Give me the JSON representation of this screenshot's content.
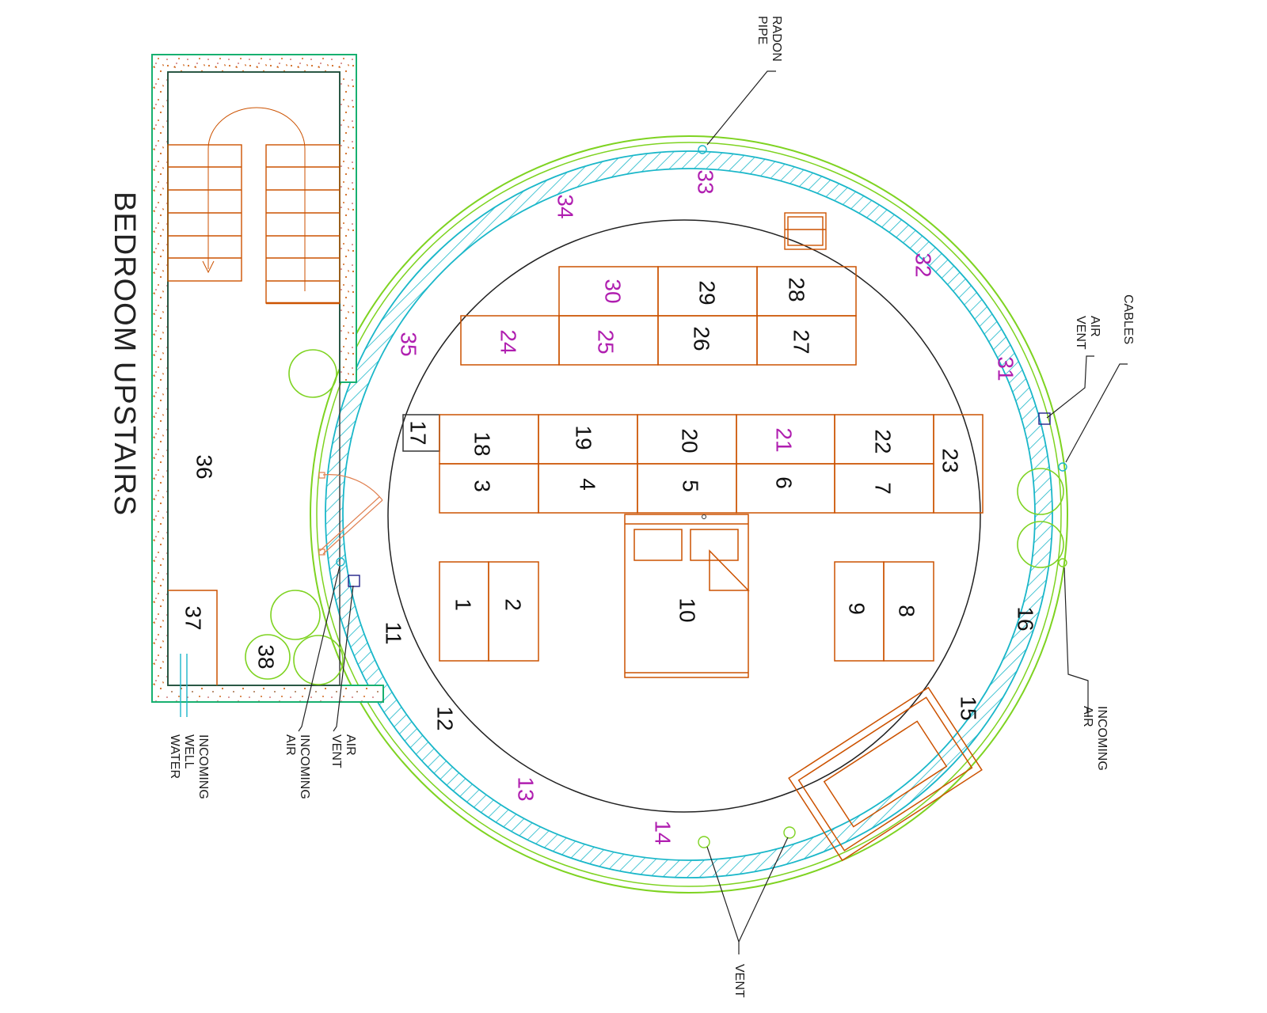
{
  "title": "BEDROOM UPSTAIRS",
  "colors": {
    "ring_outer": "#7ed321",
    "ring_band": "#1ab7c9",
    "furniture": "#cc5200",
    "highlight_number": "#b01fb0",
    "plain_number": "#111111",
    "stairwell_outline": "#18b070",
    "fixture_marker": "#222288"
  },
  "annotations": {
    "radon_pipe": [
      "RADON",
      "PIPE"
    ],
    "cables": [
      "CABLES"
    ],
    "air_vent_right": [
      "AIR",
      "VENT"
    ],
    "incoming_air_right": [
      "INCOMING",
      "AIR"
    ],
    "vent_bottom": [
      "VENT"
    ],
    "air_vent_left": [
      "AIR",
      "VENT"
    ],
    "incoming_air_left": [
      "INCOMING",
      "AIR"
    ],
    "incoming_well_water": [
      "INCOMING",
      "WELL",
      "WATER"
    ]
  },
  "labels": {
    "n1": "1",
    "n2": "2",
    "n3": "3",
    "n4": "4",
    "n5": "5",
    "n6": "6",
    "n7": "7",
    "n8": "8",
    "n9": "9",
    "n10": "10",
    "n11": "11",
    "n12": "12",
    "n13": "13",
    "n14": "14",
    "n15": "15",
    "n16": "16",
    "n17": "17",
    "n18": "18",
    "n19": "19",
    "n20": "20",
    "n21": "21",
    "n22": "22",
    "n23": "23",
    "n24": "24",
    "n25": "25",
    "n26": "26",
    "n27": "27",
    "n28": "28",
    "n29": "29",
    "n30": "30",
    "n31": "31",
    "n32": "32",
    "n33": "33",
    "n34": "34",
    "n35": "35",
    "n36": "36",
    "n37": "37",
    "n38": "38"
  }
}
